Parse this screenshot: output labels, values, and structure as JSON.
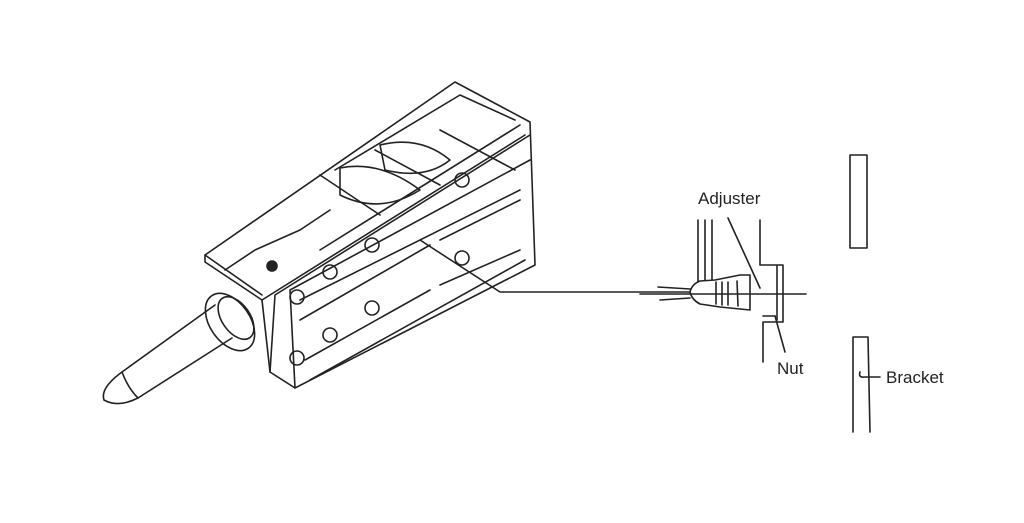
{
  "labels": {
    "adjuster": "Adjuster",
    "nut": "Nut",
    "bracket": "Bracket"
  },
  "colors": {
    "ink": "#222222",
    "background": "#ffffff"
  }
}
